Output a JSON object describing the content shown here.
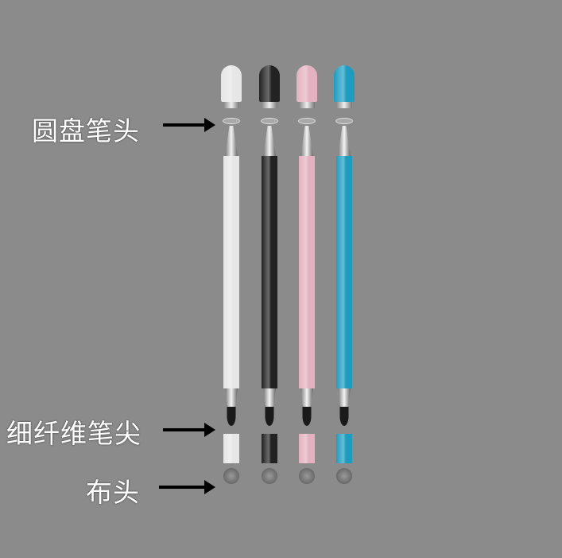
{
  "labels": {
    "disc_tip": "圆盘笔头",
    "fiber_tip": "细纤维笔尖",
    "cloth_tip": "布头"
  },
  "pens": [
    {
      "name": "white",
      "color": "#e6e6e6"
    },
    {
      "name": "black",
      "color": "#222222"
    },
    {
      "name": "pink",
      "color": "#e3b1c0"
    },
    {
      "name": "blue",
      "color": "#1e9cc0"
    }
  ]
}
